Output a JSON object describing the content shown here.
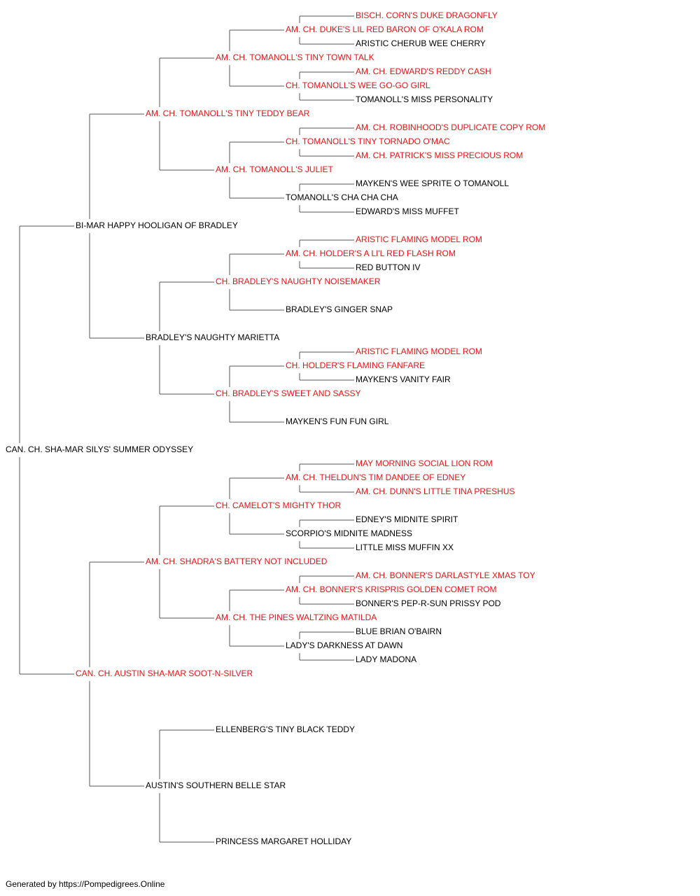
{
  "colors": {
    "champion": "#ee1111",
    "normal": "#000000",
    "line": "#555555"
  },
  "footer": "Generated by https://Pompedigrees.Online",
  "pedigree": {
    "name": "CAN. CH. SHA-MAR SILYS' SUMMER ODYSSEY",
    "champion": false,
    "sire": {
      "name": "BI-MAR HAPPY HOOLIGAN OF BRADLEY",
      "champion": false,
      "sire": {
        "name": "AM. CH. TOMANOLL'S TINY TEDDY BEAR",
        "champion": true,
        "sire": {
          "name": "AM. CH. TOMANOLL'S TINY TOWN TALK",
          "champion": true,
          "sire": {
            "name": "AM. CH. DUKE'S LIL RED BARON OF O'KALA ROM",
            "champion": true,
            "sire": {
              "name": "BISCH. CORN'S DUKE DRAGONFLY",
              "champion": true
            },
            "dam": {
              "name": "ARISTIC CHERUB WEE CHERRY",
              "champion": false
            }
          },
          "dam": {
            "name": "CH. TOMANOLL'S WEE GO-GO GIRL",
            "champion": true,
            "sire": {
              "name": "AM. CH. EDWARD'S REDDY CASH",
              "champion": true
            },
            "dam": {
              "name": "TOMANOLL'S MISS PERSONALITY",
              "champion": false
            }
          }
        },
        "dam": {
          "name": "AM. CH. TOMANOLL'S JULIET",
          "champion": true,
          "sire": {
            "name": "CH. TOMANOLL'S TINY TORNADO O'MAC",
            "champion": true,
            "sire": {
              "name": "AM. CH. ROBINHOOD'S DUPLICATE COPY ROM",
              "champion": true
            },
            "dam": {
              "name": "AM. CH. PATRICK'S MISS PRECIOUS ROM",
              "champion": true
            }
          },
          "dam": {
            "name": "TOMANOLL'S CHA CHA CHA",
            "champion": false,
            "sire": {
              "name": "MAYKEN'S WEE SPRITE O TOMANOLL",
              "champion": false
            },
            "dam": {
              "name": "EDWARD'S MISS MUFFET",
              "champion": false
            }
          }
        }
      },
      "dam": {
        "name": "BRADLEY'S NAUGHTY MARIETTA",
        "champion": false,
        "sire": {
          "name": "CH. BRADLEY'S NAUGHTY NOISEMAKER",
          "champion": true,
          "sire": {
            "name": "AM. CH. HOLDER'S A LI'L RED FLASH ROM",
            "champion": true,
            "sire": {
              "name": "ARISTIC FLAMING MODEL ROM",
              "champion": true
            },
            "dam": {
              "name": "RED BUTTON IV",
              "champion": false
            }
          },
          "dam": {
            "name": "BRADLEY'S GINGER SNAP",
            "champion": false
          }
        },
        "dam": {
          "name": "CH. BRADLEY'S SWEET AND SASSY",
          "champion": true,
          "sire": {
            "name": "CH. HOLDER'S FLAMING FANFARE",
            "champion": true,
            "sire": {
              "name": "ARISTIC FLAMING MODEL ROM",
              "champion": true
            },
            "dam": {
              "name": "MAYKEN'S VANITY FAIR",
              "champion": false
            }
          },
          "dam": {
            "name": "MAYKEN'S FUN FUN GIRL",
            "champion": false
          }
        }
      }
    },
    "dam": {
      "name": "CAN. CH. AUSTIN SHA-MAR SOOT-N-SILVER",
      "champion": true,
      "sire": {
        "name": "AM. CH. SHADRA'S BATTERY NOT INCLUDED",
        "champion": true,
        "sire": {
          "name": "CH. CAMELOT'S MIGHTY THOR",
          "champion": true,
          "sire": {
            "name": "AM. CH. THELDUN'S TIM DANDEE OF EDNEY",
            "champion": true,
            "sire": {
              "name": "MAY MORNING SOCIAL LION ROM",
              "champion": true
            },
            "dam": {
              "name": "AM. CH. DUNN'S LITTLE TINA PRESHUS",
              "champion": true
            }
          },
          "dam": {
            "name": "SCORPIO'S MIDNITE MADNESS",
            "champion": false,
            "sire": {
              "name": "EDNEY'S MIDNITE SPIRIT",
              "champion": false
            },
            "dam": {
              "name": "LITTLE MISS MUFFIN XX",
              "champion": false
            }
          }
        },
        "dam": {
          "name": "AM. CH. THE PINES WALTZING MATILDA",
          "champion": true,
          "sire": {
            "name": "AM. CH. BONNER'S KRISPRIS GOLDEN COMET ROM",
            "champion": true,
            "sire": {
              "name": "AM. CH. BONNER'S DARLASTYLE XMAS TOY",
              "champion": true
            },
            "dam": {
              "name": "BONNER'S PEP-R-SUN PRISSY POD",
              "champion": false
            }
          },
          "dam": {
            "name": "LADY'S DARKNESS AT DAWN",
            "champion": false,
            "sire": {
              "name": "BLUE BRIAN O'BAIRN",
              "champion": false
            },
            "dam": {
              "name": "LADY MADONA",
              "champion": false
            }
          }
        }
      },
      "dam": {
        "name": "AUSTIN'S SOUTHERN BELLE STAR",
        "champion": false,
        "sire": {
          "name": "ELLENBERG'S TINY BLACK TEDDY",
          "champion": false
        },
        "dam": {
          "name": "PRINCESS MARGARET HOLLIDAY",
          "champion": false
        }
      }
    }
  }
}
